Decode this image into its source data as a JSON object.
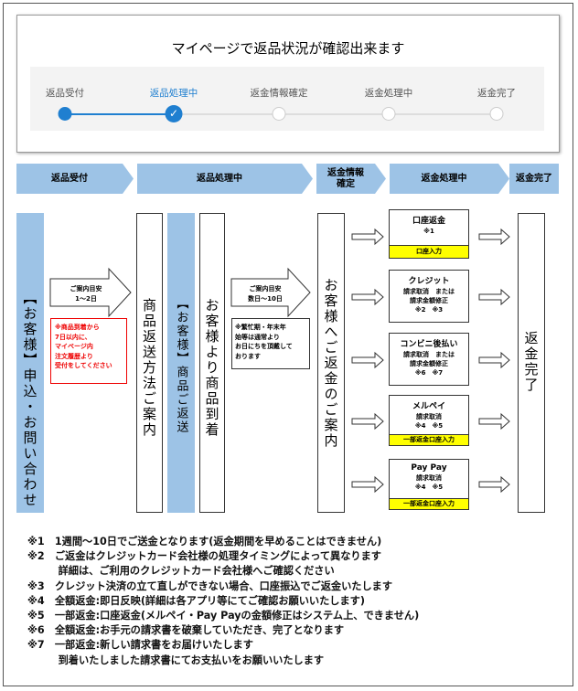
{
  "header": {
    "title": "マイページで返品状況が確認出来ます"
  },
  "steps": [
    {
      "label": "返品受付",
      "state": "done"
    },
    {
      "label": "返品処理中",
      "state": "current"
    },
    {
      "label": "返金情報確定",
      "state": "todo"
    },
    {
      "label": "返金処理中",
      "state": "todo"
    },
    {
      "label": "返金完了",
      "state": "todo"
    }
  ],
  "phases": [
    "返品受付",
    "返品処理中",
    "返金情報\n確定",
    "返金処理中",
    "返金完了"
  ],
  "flow": {
    "customer_apply": "【お客様】申込・お問い合わせ",
    "arrow1": {
      "line1": "ご案内目安",
      "line2": "1～2日"
    },
    "red_note": "※商品到着から\n7日以内に、\nマイページ内\n注文履歴より\n受付をしてください",
    "return_guide": "商品返送方法ご案内",
    "customer_ship": "【お客様】商品ご返送",
    "arrival": "お客様より商品到着",
    "arrow2": {
      "line1": "ご案内目安",
      "line2": "数日～10日"
    },
    "busy_note": "※繁忙期・年末年\n始等は通常より\nお日にちを頂戴して\nおります",
    "refund_guide": "お客様へご返金のご案内",
    "complete": "返金完了"
  },
  "payment_options": [
    {
      "title": "口座返金",
      "body": "※1",
      "tag": "口座入力"
    },
    {
      "title": "クレジット",
      "body": "請求取消　または\n請求金額修正\n※2　※3",
      "tag": ""
    },
    {
      "title": "コンビニ後払い",
      "body": "請求取消　または\n請求金額修正\n※6　※7",
      "tag": ""
    },
    {
      "title": "メルペイ",
      "body": "請求取消\n※4　※5",
      "tag": "一部返金口座入力"
    },
    {
      "title": "Pay Pay",
      "body": "請求取消\n※4　※5",
      "tag": "一部返金口座入力"
    }
  ],
  "notes": [
    "※1　1週間～10日でご送金となります(返金期間を早めることはできません)",
    "※2　ご返金はクレジットカード会社様の処理タイミングによって異なります",
    "　　　詳細は、ご利用のクレジットカード会社様へご確認ください",
    "※3　クレジット決済の立て直しができない場合、口座振込でご返金いたします",
    "※4　全額返金:即日反映(詳細は各アプリ等にてご確認お願いいたします)",
    "※5　一部返金:口座返金(メルペイ・Pay Payの金額修正はシステム上、できません)",
    "※6　全額返金:お手元の請求書を破棄していただき、完了となります",
    "※7　一部返金:新しい請求書をお届けいたします",
    "　　　到着いたしました請求書にてお支払いをお願いいたします"
  ],
  "colors": {
    "accent": "#1f7fd0",
    "phase_bg": "#9dc3e6",
    "highlight": "#ffff00",
    "warning": "#e00000"
  }
}
